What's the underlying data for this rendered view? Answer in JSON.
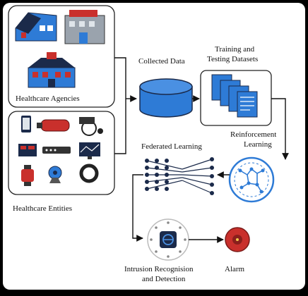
{
  "labels": {
    "healthcare_agencies": "Healthcare Agencies",
    "healthcare_entities": "Healthcare Entities",
    "collected_data": "Collected Data",
    "training_line1": "Training and",
    "training_line2": "Testing Datasets",
    "rl_line1": "Reinforcement",
    "rl_line2": "Learning",
    "federated_learning": "Federated Learning",
    "intrusion_line1": "Intrusion Recognision",
    "intrusion_line2": "and Detection",
    "alarm": "Alarm"
  },
  "colors": {
    "background": "#000000",
    "panel": "#ffffff",
    "accent_blue": "#2e7bd6",
    "dark_navy": "#1b2a4a",
    "alarm_red": "#c9302c",
    "arrow": "#111111"
  },
  "icons": {
    "agencies": [
      "clinic-building-icon",
      "hospital-icon",
      "medical-center-icon"
    ],
    "entities": [
      "smartphone-icon",
      "oxygen-tank-icon",
      "wheelchair-icon",
      "monitor-device-icon",
      "router-icon",
      "display-screen-icon",
      "smartwatch-icon",
      "camera-icon",
      "ring-sensor-icon"
    ],
    "pipeline": [
      "database-icon",
      "dataset-stack-icon",
      "neural-circuit-icon",
      "neural-network-icon",
      "intrusion-detector-icon",
      "alarm-icon"
    ]
  }
}
